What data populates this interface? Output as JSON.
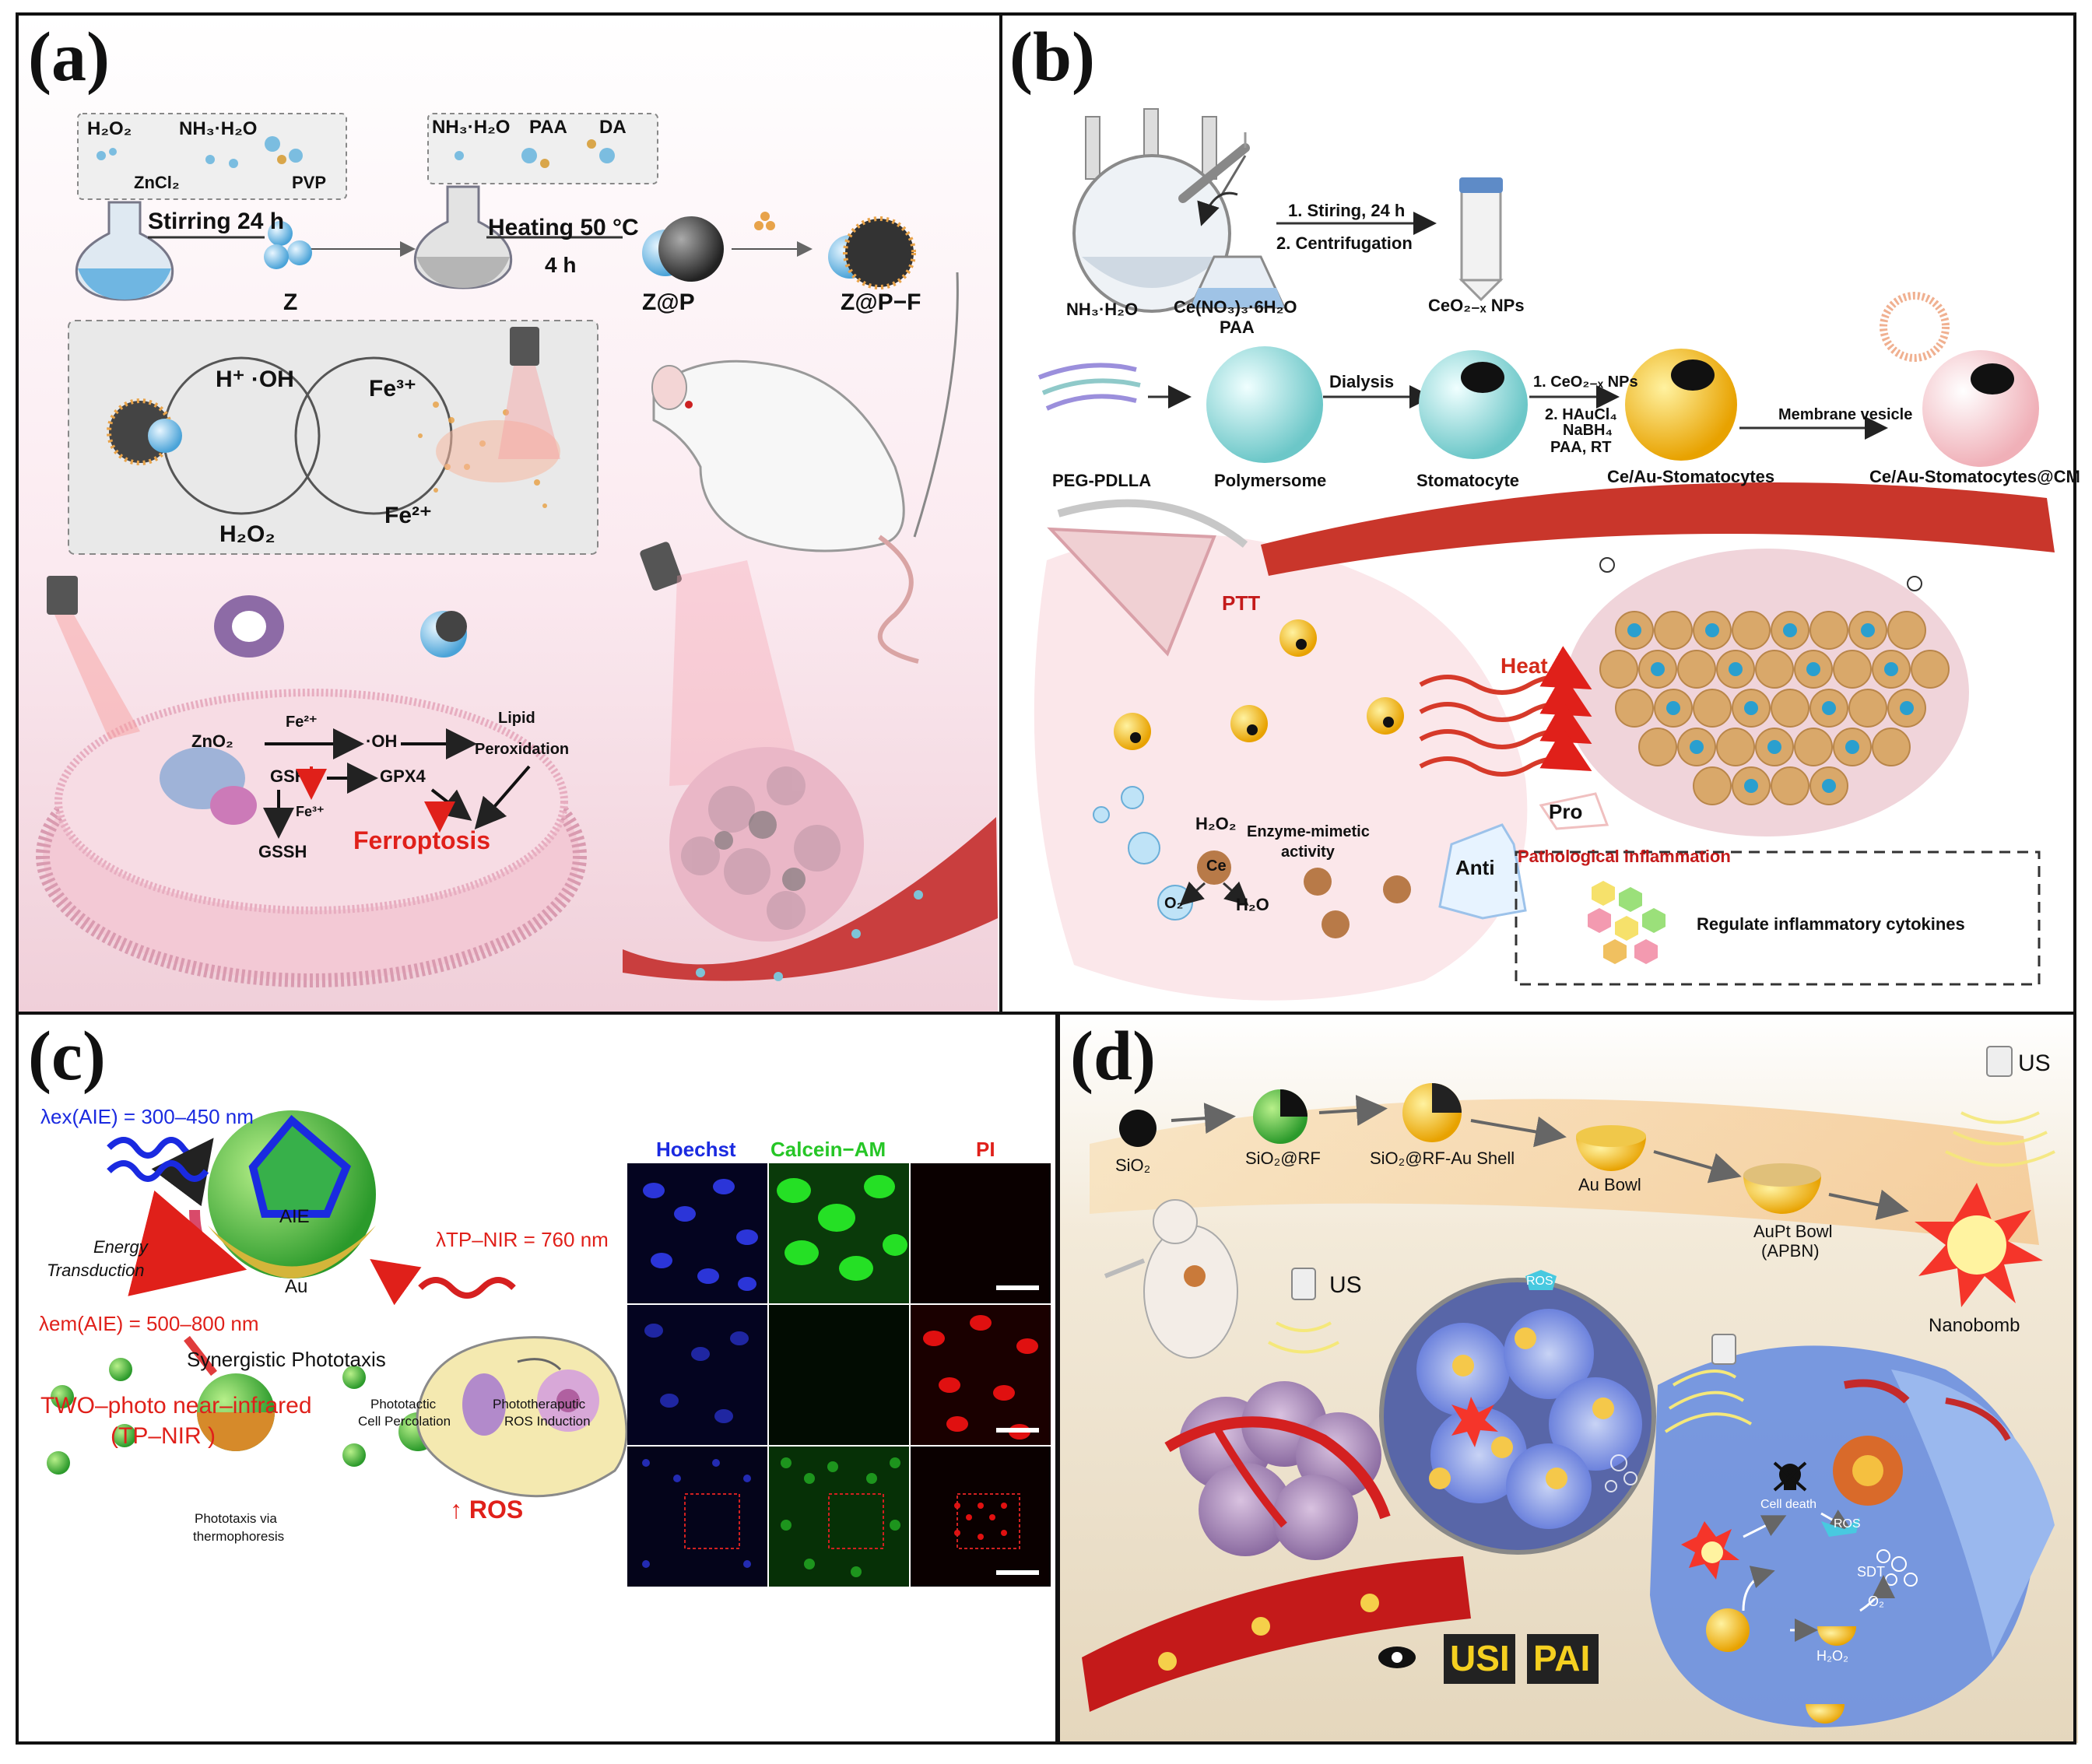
{
  "panels": {
    "a": {
      "label": "(a)",
      "reagents_1": {
        "h2o2": "H₂O₂",
        "nh3": "NH₃·H₂O",
        "zncl2": "ZnCl₂",
        "pvp": "PVP"
      },
      "reagents_2": {
        "nh3": "NH₃·H₂O",
        "paa": "PAA",
        "da": "DA"
      },
      "step_1": "Stirring 24 h",
      "step_2": "Heating 50 °C",
      "step_2_time": "4 h",
      "products": {
        "z": "Z",
        "zp": "Z@P",
        "zpf": "Z@P−F"
      },
      "cycle": {
        "h_oh": "H⁺ ·OH",
        "fe3": "Fe³⁺",
        "h2o2": "H₂O₂",
        "fe2": "Fe²⁺"
      },
      "cell": {
        "zno2": "ZnO₂",
        "fe2": "Fe²⁺",
        "oh": "·OH",
        "lipid": "Lipid",
        "perox": "Peroxidation",
        "gsh": "GSH",
        "gpx4": "GPX4",
        "fe3": "Fe³⁺",
        "gssh": "GSSH",
        "ferroptosis": "Ferroptosis"
      }
    },
    "b": {
      "label": "(b)",
      "synthesis": {
        "nh3": "NH₃·H₂O",
        "ce": "Ce(NO₃)₃·6H₂O",
        "paa": "PAA",
        "step1": "1. Stiring, 24 h",
        "step2": "2. Centrifugation",
        "ceo2": "CeO₂₋ₓ NPs"
      },
      "assembly": {
        "peg": "PEG-PDLLA",
        "polymersome": "Polymersome",
        "dialysis": "Dialysis",
        "stomatocyte": "Stomatocyte",
        "s1": "1. CeO₂₋ₓ NPs",
        "s2": "2. HAuCl₄",
        "s3": "NaBH₄",
        "s4": "PAA, RT",
        "ceau": "Ce/Au-Stomatocytes",
        "membrane": "Membrane vesicle",
        "ceau_cm": "Ce/Au-Stomatocytes@CM"
      },
      "scene": {
        "ptt": "PTT",
        "heat": "Heat",
        "h2o2": "H₂O₂",
        "ce": "Ce",
        "enzyme": "Enzyme-mimetic",
        "activity": "activity",
        "o2": "O₂",
        "h2o": "H₂O",
        "anti": "Anti",
        "pro": "Pro",
        "pathological": "Pathological inflammation",
        "regulate": "Regulate inflammatory cytokines"
      }
    },
    "c": {
      "label": "(c)",
      "ex": "λex(AIE) = 300–450 nm",
      "em": "λem(AIE) = 500–800 nm",
      "tp": "λTP–NIR = 760 nm",
      "energy": "Energy",
      "transduction": "Transduction",
      "aie": "AIE",
      "au": "Au",
      "synergistic": "Synergistic Phototaxis",
      "two_photo": "TWO–photo near–infrared",
      "tp_nir": "(TP–NIR )",
      "phototactic": "Phototactic",
      "percolation": "Cell Percolation",
      "phototherapeutic": "Phototheraputic",
      "ros_induction": "ROS Induction",
      "phototaxis": "Phototaxis via",
      "thermophoresis": "thermophoresis",
      "ros": "↑ ROS",
      "micro_headers": [
        "Hoechst",
        "Calcein−AM",
        "PI"
      ]
    },
    "d": {
      "label": "(d)",
      "sio2": "SiO₂",
      "sio2rf": "SiO₂@RF",
      "shell": "SiO₂@RF-Au Shell",
      "aubowl": "Au Bowl",
      "auptbowl": "AuPt Bowl",
      "apbn": "(APBN)",
      "nanobomb": "Nanobomb",
      "us": "US",
      "ros": "ROS",
      "cell_death": "Cell death",
      "sdt": "SDT",
      "o2": "O₂",
      "h2o2": "H₂O₂",
      "usi": "USI",
      "pai": "PAI"
    }
  },
  "colors": {
    "red": "#e0201a",
    "blue": "#1a2ae0",
    "bg_a": "#f2d6de",
    "bg_d": "#efe4d2"
  }
}
